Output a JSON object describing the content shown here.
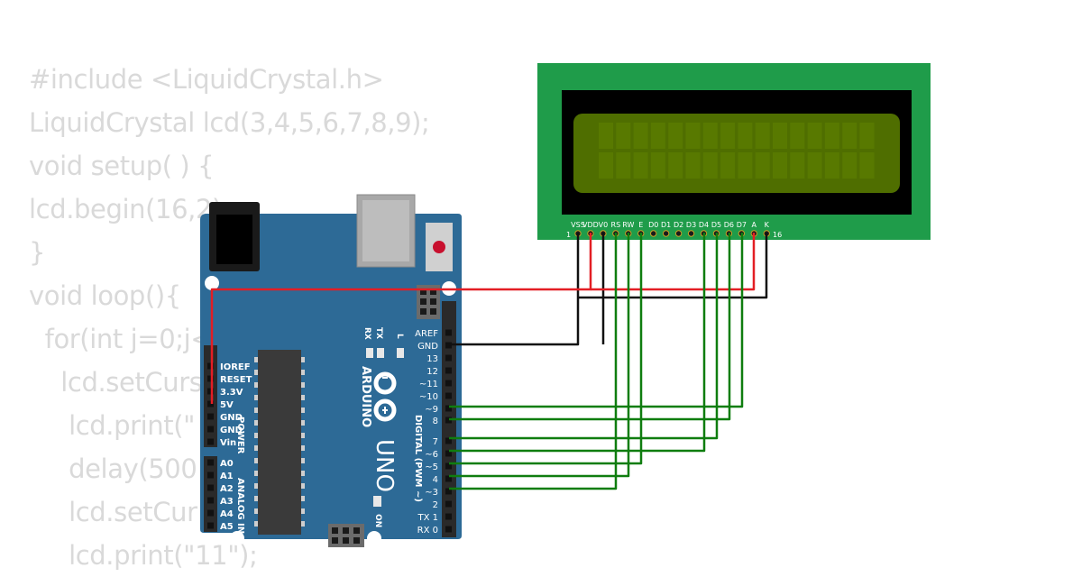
{
  "code_lines": [
    "#include <LiquidCrystal.h>",
    "LiquidCrystal lcd(3,4,5,6,7,8,9);",
    "void setup( ) {",
    "lcd.begin(16,2);",
    "}",
    "void loop(){",
    "  for(int j=0;j<",
    "    lcd.setCurs",
    "     lcd.print(\"",
    "     delay(500",
    "     lcd.setCur",
    "     lcd.print(\"11\");"
  ],
  "lcd": {
    "pin_labels": [
      "VSS",
      "VDD",
      "V0",
      "RS",
      "RW",
      "E",
      "D0",
      "D1",
      "D2",
      "D3",
      "D4",
      "D5",
      "D6",
      "D7",
      "A",
      "K"
    ],
    "pin_first": "1",
    "pin_last": "16"
  },
  "arduino": {
    "brand": "ARDUINO",
    "model": "UNO",
    "digital_header_label": "DIGITAL (PWM ~)",
    "digital_pins": [
      "AREF",
      "GND",
      "13",
      "12",
      "~11",
      "~10",
      "~9",
      "8",
      "7",
      "~6",
      "~5",
      "4",
      "~3",
      "2",
      "TX 1",
      "RX 0"
    ],
    "power_pins": [
      "IOREF",
      "RESET",
      "3.3V",
      "5V",
      "GND",
      "GND",
      "Vin"
    ],
    "power_label": "POWER",
    "analog_pins": [
      "A0",
      "A1",
      "A2",
      "A3",
      "A4",
      "A5"
    ],
    "analog_label": "ANALOG IN",
    "led_tx": "TX",
    "led_rx": "RX",
    "led_l": "L",
    "on_label": "ON"
  },
  "colors": {
    "board": "#2d6a96",
    "lcd_pcb": "#1f9c4a",
    "lcd_screen": "#4f6e00",
    "wire_power": "#e31e24",
    "wire_ground": "#111111",
    "wire_signal": "#0f7d0f"
  }
}
